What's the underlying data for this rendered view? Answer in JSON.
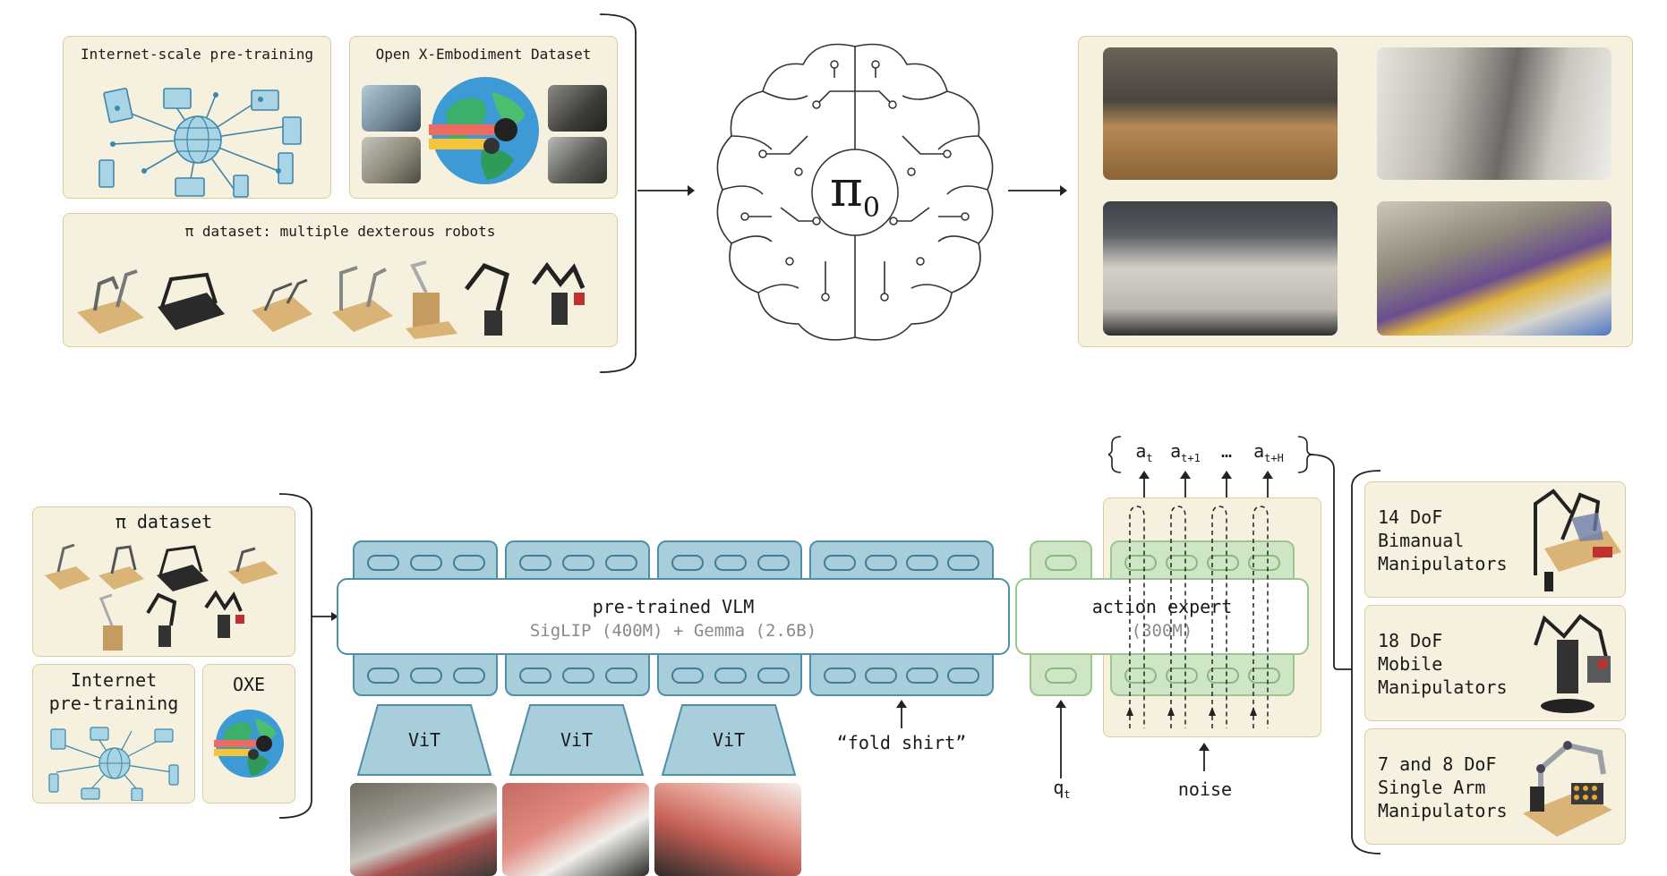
{
  "top": {
    "internet_panel_title": "Internet-scale pre-training",
    "oxe_panel_title": "Open X-Embodiment Dataset",
    "pi_panel_title": "π dataset: multiple dexterous robots",
    "brain_symbol": "π",
    "brain_subscript": "0"
  },
  "bottom": {
    "pi_dataset_title": "π dataset",
    "internet_title_line1": "Internet",
    "internet_title_line2": "pre-training",
    "oxe_title": "OXE",
    "vlm_label": "pre-trained VLM",
    "vlm_sub": "SigLIP (400M) + Gemma (2.6B)",
    "action_label": "action expert",
    "action_sub": "(300M)",
    "vit_labels": [
      "ViT",
      "ViT",
      "ViT"
    ],
    "prompt": "“fold shirt”",
    "q_label": "q",
    "q_sub": "t",
    "noise_label": "noise",
    "actions": [
      {
        "base": "a",
        "sub": "t"
      },
      {
        "base": "a",
        "sub": "t+1"
      },
      {
        "base": "…",
        "sub": ""
      },
      {
        "base": "a",
        "sub": "t+H"
      }
    ],
    "robot_types": [
      {
        "line1": "14 DoF",
        "line2": "Bimanual",
        "line3": "Manipulators"
      },
      {
        "line1": "18 DoF",
        "line2": "Mobile",
        "line3": "Manipulators"
      },
      {
        "line1": "7 and 8 DoF",
        "line2": "Single Arm",
        "line3": "Manipulators"
      }
    ]
  },
  "colors": {
    "panel_bg": "#f6f0de",
    "panel_border": "#e0cc9a",
    "vlm_blue": "#a9cedb",
    "vlm_border": "#4f8fa8",
    "action_green": "#cfe6c6",
    "action_border": "#9bc690"
  }
}
